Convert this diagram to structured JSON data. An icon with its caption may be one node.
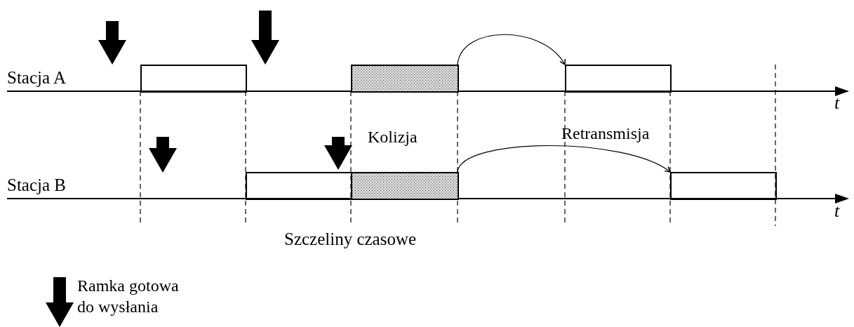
{
  "diagram": {
    "nodes": [
      {
        "text": [],
        "shape": "box"
      },
      {
        "text": [],
        "shape": "box"
      },
      {
        "text": [],
        "shape": "box"
      },
      {
        "text": [],
        "shape": "box"
      },
      {
        "text": [],
        "shape": "box"
      },
      {
        "text": [],
        "shape": "box"
      }
    ],
    "edges": [
      {
        "from": 1,
        "to": 2,
        "arrow": "to"
      },
      {
        "from": 4,
        "to": 5,
        "arrow": "to"
      }
    ],
    "labels": [
      "Stacja A",
      "t",
      "Kolizja",
      "Retransmisja",
      "Stacja B",
      "t",
      "Szczeliny czasowe"
    ],
    "legend": [
      {
        "text": "Ramka gotowa do wysłania"
      }
    ]
  }
}
